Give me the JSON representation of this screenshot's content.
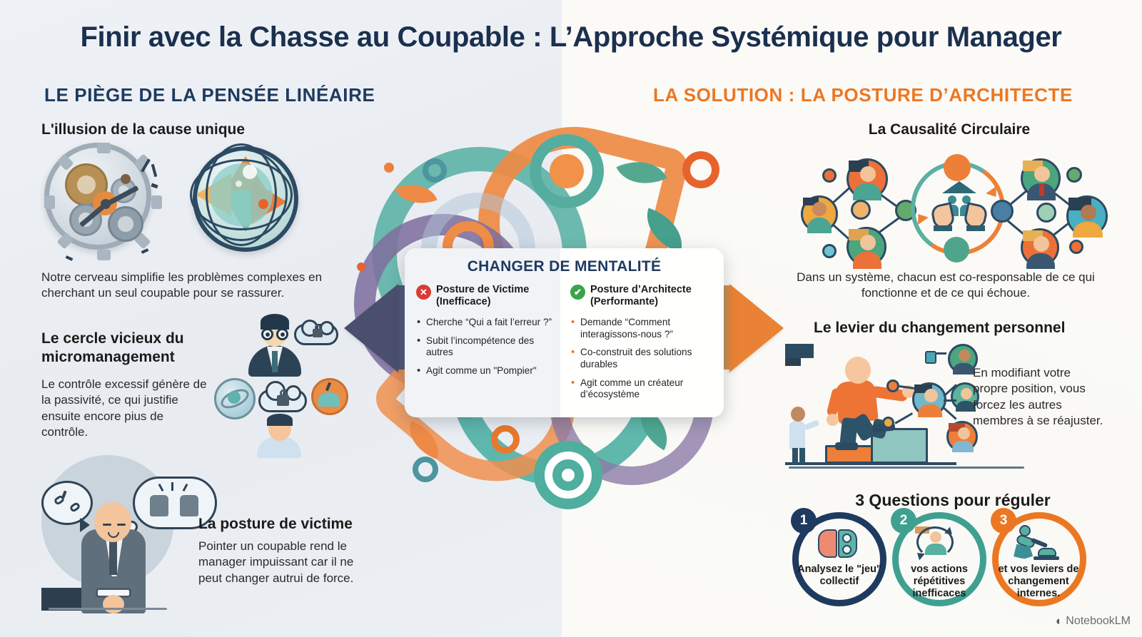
{
  "title": "Finir avec la Chasse au Coupable : L’Approche Systémique pour Manager",
  "colors": {
    "navy": "#1e3a5f",
    "orange": "#ec7722",
    "teal": "#3fa090",
    "red": "#d93b35",
    "green": "#3aa34b",
    "bg_left": "#eceff3",
    "bg_right": "#fbfaf7"
  },
  "left": {
    "section_header": "LE PIÈGE DE LA PENSÉE LINÉAIRE",
    "blocks": [
      {
        "heading": "L'illusion de la cause unique",
        "body": "Notre cerveau simplifie les problèmes complexes en cherchant un seul coupable pour se rassurer.",
        "icons": [
          "broken-watch-gears-icon",
          "atom-globe-icon"
        ]
      },
      {
        "heading": "Le cercle vicieux du micromanagement",
        "body": "Le contrôle excessif génère de la passivité, ce qui justifie ensuite encore pius de contrôle.",
        "icons": [
          "manager-glasses-icon",
          "lock-cloud-icon",
          "orbit-icon",
          "blocked-idea-icon",
          "employee-icon"
        ]
      },
      {
        "heading": "La posture de victime",
        "body": "Pointer un coupable rend le manager impuissant car il ne peut changer autrui de force.",
        "icons": [
          "sad-manager-handcuffed-icon",
          "broken-chain-bubble-icon",
          "raised-hands-bubble-icon"
        ]
      }
    ]
  },
  "center": {
    "illustration_name": "systemic-swirl-gears-illustration",
    "arrow_left_name": "left-arrow-shape",
    "arrow_right_name": "right-arrow-shape",
    "card": {
      "title": "CHANGER DE MENTALITÉ",
      "columns": [
        {
          "badge": "✕",
          "badge_type": "x-mark-icon",
          "heading_line1": "Posture de Victime",
          "heading_line2": "(Inefficace)",
          "items": [
            "Cherche “Qui a fait l’erreur ?”",
            "Subit l’incompétence des autres",
            "Agit comme un \"Pompier\""
          ]
        },
        {
          "badge": "✔",
          "badge_type": "check-mark-icon",
          "heading_line1": "Posture d’Architecte",
          "heading_line2": "(Performante)",
          "items": [
            "Demande “Comment interagissons-nous ?”",
            "Co-construit des solutions durables",
            "Agit comme un créateur d’écosystème"
          ]
        }
      ]
    }
  },
  "right": {
    "section_header": "LA SOLUTION : LA POSTURE D’ARCHITECTE",
    "blocks": [
      {
        "heading": "La Causalité Circulaire",
        "body": "Dans un système, chacun est co-responsable de ce qui fonctionne et de ce qui échoue.",
        "icons": [
          "people-network-icon",
          "cupped-hands-team-icon",
          "circular-arrows-icon"
        ]
      },
      {
        "heading": "Le levier du changement personnel",
        "body": "En modifiant votre propre position, vous forcez les autres membres à se réajuster.",
        "icons": [
          "person-stepping-up-icon",
          "team-network-arrows-icon"
        ]
      }
    ],
    "questions": {
      "title": "3 Questions pour réguler",
      "items": [
        {
          "number": "1",
          "label": "Analysez le \"jeu\" collectif",
          "color": "#1e3a5f",
          "icon": "brain-gears-icon"
        },
        {
          "number": "2",
          "label": "vos actions répétitives inefficaces",
          "color": "#3fa090",
          "icon": "person-cycle-icon"
        },
        {
          "number": "3",
          "label": "et vos leviers de changement internes.",
          "color": "#ec7722",
          "icon": "person-vacuum-icon"
        }
      ]
    }
  },
  "watermark": {
    "glyph": "◖",
    "label": "NotebookLM"
  }
}
